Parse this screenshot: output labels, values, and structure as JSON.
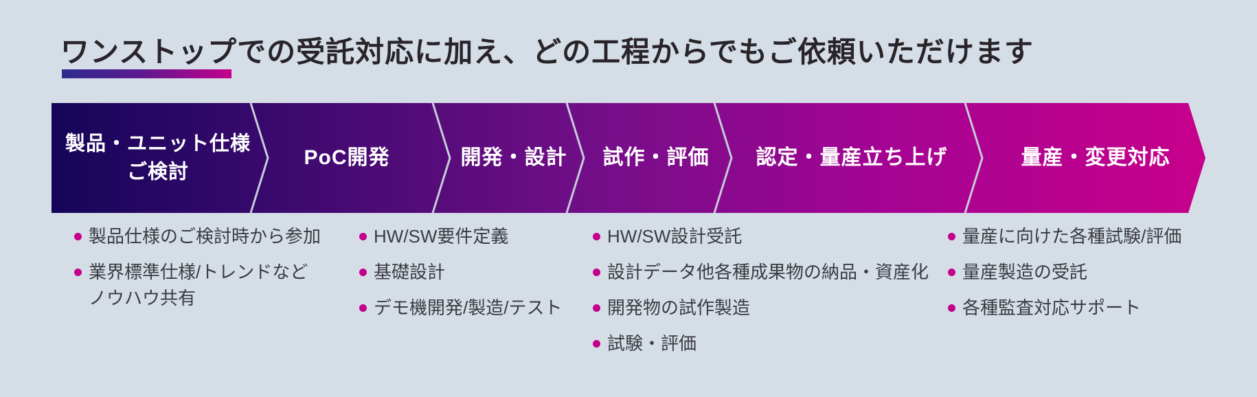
{
  "colors": {
    "background": "#d5dee6",
    "bar_gradient_start": "#15055a",
    "bar_gradient_mid": "#750e89",
    "bar_gradient_end": "#c7008b",
    "underline_gradient_start": "#2d2c8c",
    "underline_gradient_end": "#c4008c",
    "accent_magenta": "#c4008c",
    "title_text": "#29242a",
    "bullet_text": "#3b3b41",
    "stage_text": "#ffffff",
    "separator_line": "#c6ccd8"
  },
  "title": {
    "highlight": "ワンストップ",
    "rest": "での受託対応に加え、どの工程からでもご依頼いただけます"
  },
  "process": {
    "stages": [
      {
        "label": "製品・ユニット仕様\nご検討"
      },
      {
        "label": "PoC開発"
      },
      {
        "label": "開発・設計"
      },
      {
        "label": "試作・評価"
      },
      {
        "label": "認定・量産立ち上げ"
      },
      {
        "label": "量産・変更対応"
      }
    ]
  },
  "columns": [
    {
      "items": [
        "製品仕様のご検討時から参加",
        "業界標準仕様/トレンドなど\nノウハウ共有"
      ]
    },
    {
      "items": [
        "HW/SW要件定義",
        "基礎設計",
        "デモ機開発/製造/テスト"
      ]
    },
    {
      "items": [
        "HW/SW設計受託",
        "設計データ他各種成果物の納品・資産化",
        "開発物の試作製造",
        "試験・評価"
      ]
    },
    {
      "items": [
        "量産に向けた各種試験/評価",
        "量産製造の受託",
        "各種監査対応サポート"
      ]
    }
  ]
}
